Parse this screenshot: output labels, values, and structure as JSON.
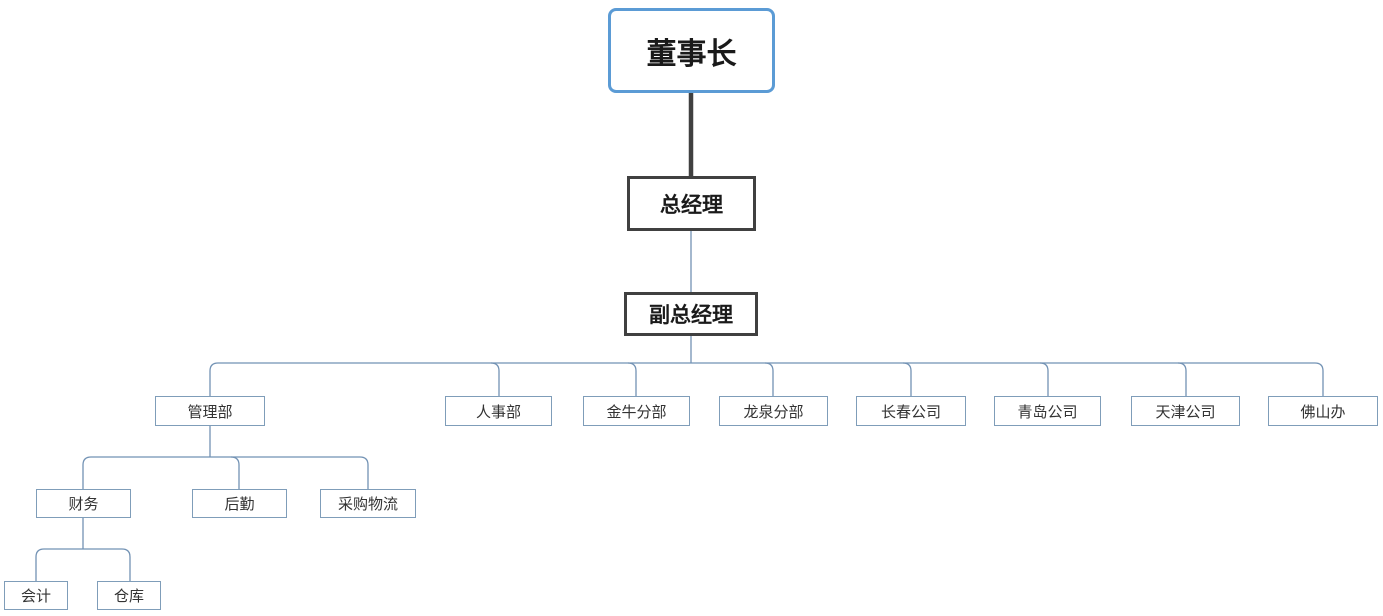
{
  "diagram_type": "org-chart",
  "nodes": {
    "chairman": {
      "label": "董事长"
    },
    "general_manager": {
      "label": "总经理"
    },
    "deputy_general_manager": {
      "label": "副总经理"
    },
    "management_dept": {
      "label": "管理部"
    },
    "hr_dept": {
      "label": "人事部"
    },
    "jinniu_branch": {
      "label": "金牛分部"
    },
    "longquan_branch": {
      "label": "龙泉分部"
    },
    "changchun_company": {
      "label": "长春公司"
    },
    "qingdao_company": {
      "label": "青岛公司"
    },
    "tianjin_company": {
      "label": "天津公司"
    },
    "foshan_office": {
      "label": "佛山办"
    },
    "finance": {
      "label": "财务"
    },
    "logistics": {
      "label": "后勤"
    },
    "procurement_logistics": {
      "label": "采购物流"
    },
    "accounting": {
      "label": "会计"
    },
    "warehouse": {
      "label": "仓库"
    }
  },
  "hierarchy": {
    "id": "chairman",
    "children": [
      {
        "id": "general_manager",
        "children": [
          {
            "id": "deputy_general_manager",
            "children": [
              {
                "id": "management_dept",
                "children": [
                  {
                    "id": "finance",
                    "children": [
                      {
                        "id": "accounting"
                      },
                      {
                        "id": "warehouse"
                      }
                    ]
                  },
                  {
                    "id": "logistics"
                  },
                  {
                    "id": "procurement_logistics"
                  }
                ]
              },
              {
                "id": "hr_dept"
              },
              {
                "id": "jinniu_branch"
              },
              {
                "id": "longquan_branch"
              },
              {
                "id": "changchun_company"
              },
              {
                "id": "qingdao_company"
              },
              {
                "id": "tianjin_company"
              },
              {
                "id": "foshan_office"
              }
            ]
          }
        ]
      }
    ]
  },
  "colors": {
    "chairman_border": "#5B9BD5",
    "executive_border": "#404040",
    "department_border": "#7F9DB9",
    "connector_thick": "#404040",
    "connector_thin": "#7292B4",
    "background": "#FFFFFF",
    "text": "#262626"
  }
}
